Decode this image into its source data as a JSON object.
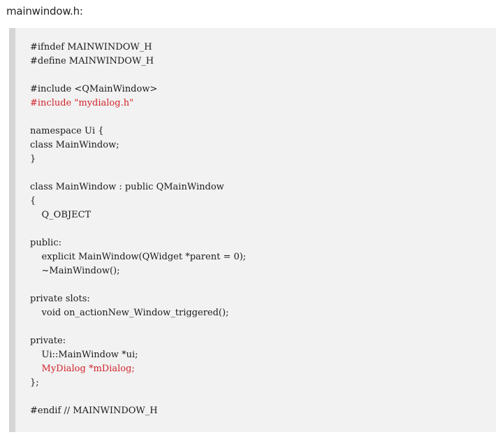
{
  "file_title": "mainwindow.h:",
  "code_lines": [
    {
      "text": "#ifndef MAINWINDOW_H",
      "highlight": false
    },
    {
      "text": "#define MAINWINDOW_H",
      "highlight": false
    },
    {
      "text": "",
      "highlight": false
    },
    {
      "text": "#include <QMainWindow>",
      "highlight": false
    },
    {
      "text": "#include \"mydialog.h\"",
      "highlight": true
    },
    {
      "text": "",
      "highlight": false
    },
    {
      "text": "namespace Ui {",
      "highlight": false
    },
    {
      "text": "class MainWindow;",
      "highlight": false
    },
    {
      "text": "}",
      "highlight": false
    },
    {
      "text": "",
      "highlight": false
    },
    {
      "text": "class MainWindow : public QMainWindow",
      "highlight": false
    },
    {
      "text": "{",
      "highlight": false
    },
    {
      "text": "    Q_OBJECT",
      "highlight": false
    },
    {
      "text": "",
      "highlight": false
    },
    {
      "text": "public:",
      "highlight": false
    },
    {
      "text": "    explicit MainWindow(QWidget *parent = 0);",
      "highlight": false
    },
    {
      "text": "    ~MainWindow();",
      "highlight": false
    },
    {
      "text": "",
      "highlight": false
    },
    {
      "text": "private slots:",
      "highlight": false
    },
    {
      "text": "    void on_actionNew_Window_triggered();",
      "highlight": false
    },
    {
      "text": "",
      "highlight": false
    },
    {
      "text": "private:",
      "highlight": false
    },
    {
      "text": "    Ui::MainWindow *ui;",
      "highlight": false
    },
    {
      "text": "    MyDialog *mDialog;",
      "highlight": true
    },
    {
      "text": "};",
      "highlight": false
    },
    {
      "text": "",
      "highlight": false
    },
    {
      "text": "#endif // MAINWINDOW_H",
      "highlight": false
    }
  ],
  "colors": {
    "highlight": "#d2232a",
    "code_text": "#1a1a1a",
    "code_background": "#f2f2f2",
    "code_border": "#d5d5d5"
  }
}
